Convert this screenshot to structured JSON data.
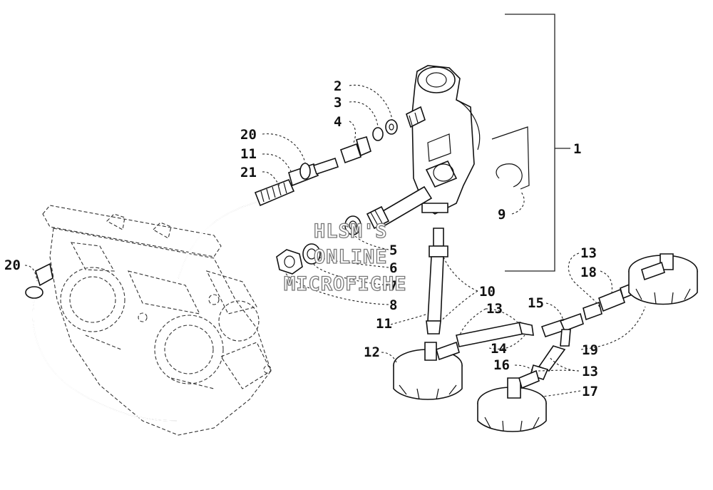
{
  "diagram": {
    "callouts": {
      "c1": "1",
      "c2": "2",
      "c3": "3",
      "c4": "4",
      "c5": "5",
      "c6": "6",
      "c7": "7",
      "c8": "8",
      "c9": "9",
      "c10": "10",
      "c11a": "11",
      "c11b": "11",
      "c12": "12",
      "c13a": "13",
      "c13b": "13",
      "c13c": "13",
      "c14": "14",
      "c15": "15",
      "c16": "16",
      "c17": "17",
      "c18": "18",
      "c19": "19",
      "c20a": "20",
      "c20b": "20",
      "c21": "21"
    },
    "watermark": {
      "line1": "HLSM'S",
      "line2": "ONLINE",
      "line3": "MICROFICHE"
    }
  }
}
